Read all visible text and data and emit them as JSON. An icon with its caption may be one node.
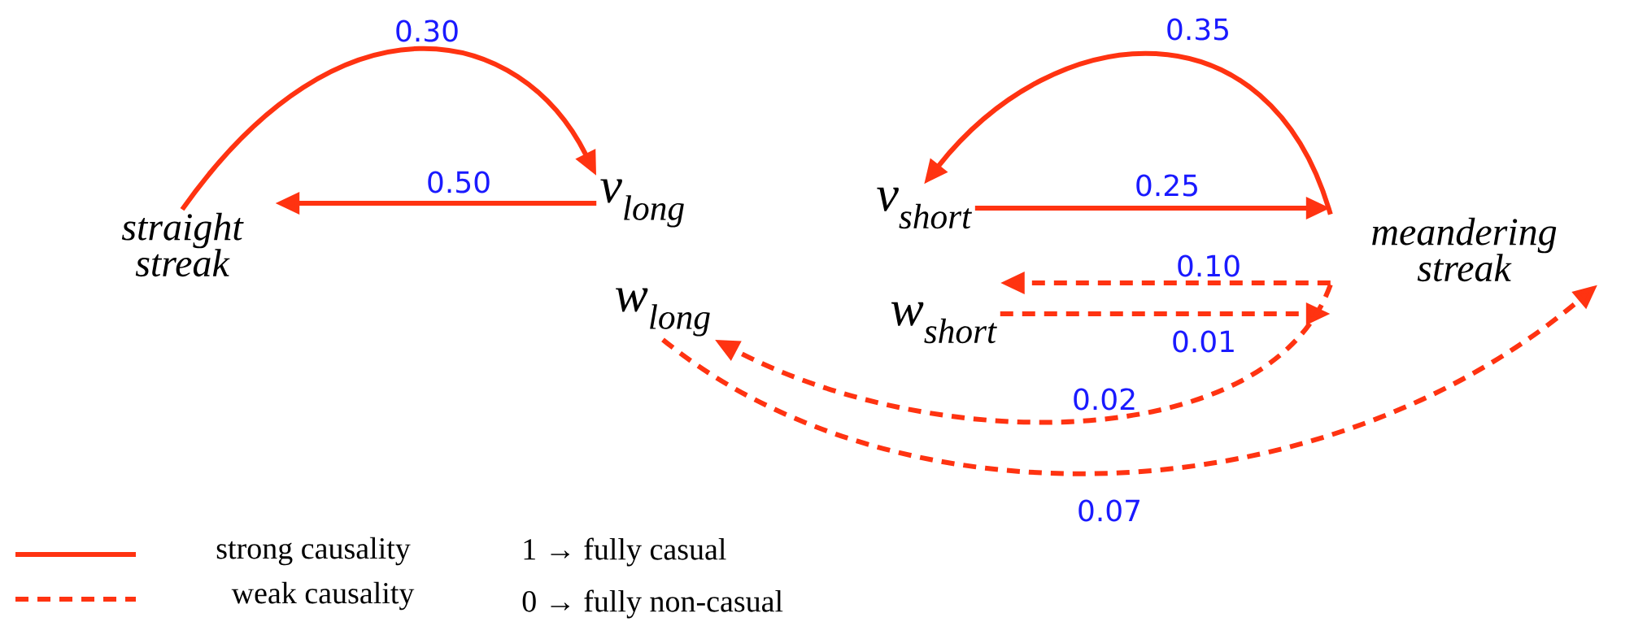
{
  "diagram": {
    "nodes": [
      {
        "text": [
          "straight streak"
        ]
      },
      {
        "text": [
          "v$_{long}$"
        ]
      },
      {
        "text": [
          "v$_{short}$"
        ]
      },
      {
        "text": [
          "meandering streak"
        ]
      },
      {
        "text": [
          "w$_{long}$"
        ]
      },
      {
        "text": [
          "w$_{short}$"
        ]
      }
    ],
    "edges": [
      {
        "from": 0,
        "to": 1,
        "arrow": "to",
        "label": "0.30"
      },
      {
        "from": 1,
        "to": 0,
        "arrow": "to",
        "label": "0.50"
      },
      {
        "from": 3,
        "to": 2,
        "arrow": "to",
        "label": "0.35"
      },
      {
        "from": 2,
        "to": 3,
        "arrow": "to",
        "label": "0.25"
      },
      {
        "from": 3,
        "to": 5,
        "arrow": "to",
        "label": "0.10",
        "style": "dashed"
      },
      {
        "from": 5,
        "to": 3,
        "arrow": "to",
        "label": "0.01",
        "style": "dashed"
      },
      {
        "from": 3,
        "to": 4,
        "arrow": "to",
        "label": "0.02",
        "style": "dashed"
      },
      {
        "from": 4,
        "to": 3,
        "arrow": "to",
        "label": "0.07",
        "style": "dashed"
      }
    ],
    "labels": [
      "1 → fully casual",
      "0 → fully non-casual"
    ],
    "legend": [
      {
        "text": "strong causality"
      },
      {
        "text": "weak causality"
      }
    ]
  }
}
